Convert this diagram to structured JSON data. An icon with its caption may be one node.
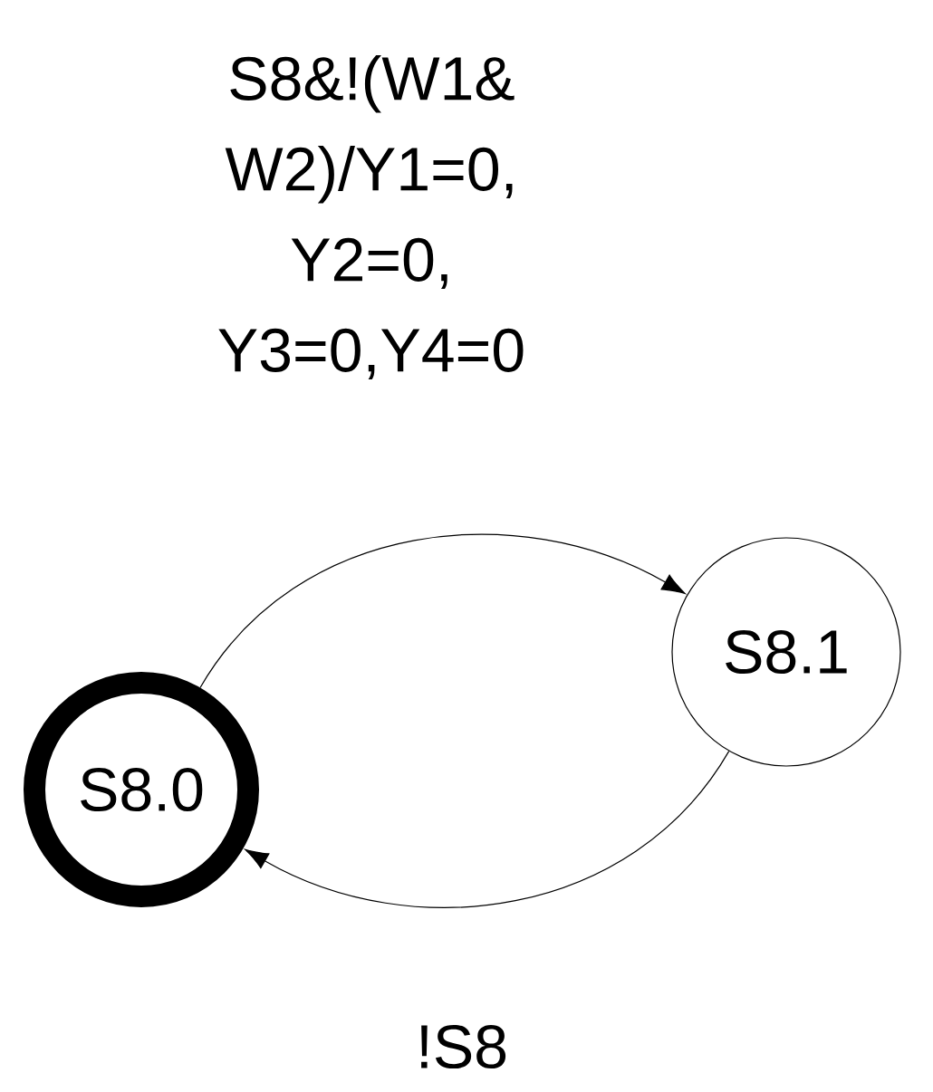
{
  "diagram": {
    "nodes": [
      {
        "text": [
          "S8.0"
        ]
      },
      {
        "text": [
          "S8.1"
        ]
      }
    ],
    "edges": [
      {
        "from": 0,
        "to": 1,
        "arrow": "to",
        "label": "S8&!(W1& W2)/Y1=0, Y2=0, Y3=0,Y4=0"
      },
      {
        "from": 1,
        "to": 0,
        "arrow": "to",
        "label": "!S8"
      }
    ]
  }
}
